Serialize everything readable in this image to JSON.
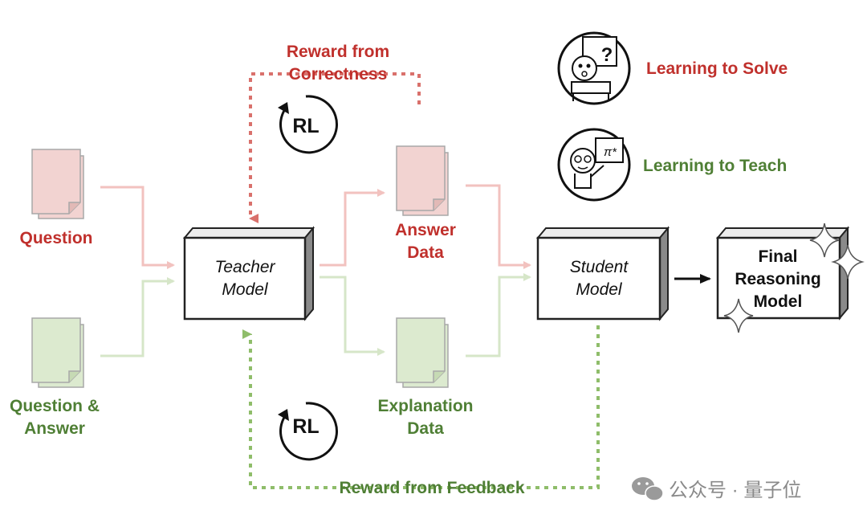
{
  "inputs": {
    "question": "Question",
    "question_answer_line1": "Question &",
    "question_answer_line2": "Answer"
  },
  "teacher": {
    "line1": "Teacher",
    "line2": "Model"
  },
  "student": {
    "line1": "Student",
    "line2": "Model"
  },
  "final": {
    "line1": "Final",
    "line2": "Reasoning",
    "line3": "Model"
  },
  "outputs": {
    "answer_line1": "Answer",
    "answer_line2": "Data",
    "explanation_line1": "Explanation",
    "explanation_line2": "Data"
  },
  "rewards": {
    "correctness_line1": "Reward from",
    "correctness_line2": "Correctness",
    "feedback": "Reward from Feedback",
    "rl_top": "RL",
    "rl_bottom": "RL"
  },
  "legend": {
    "solve": "Learning to Solve",
    "teach": "Learning to Teach",
    "solve_badge": "?",
    "teach_badge": "π*"
  },
  "watermark": "公众号 · 量子位",
  "colors": {
    "red": "#c0302c",
    "green": "#4f7f35",
    "red_doc": "#f2d3d1",
    "green_doc": "#dceacf",
    "red_dotted": "#d9716c",
    "green_dotted": "#8fbd6a"
  }
}
